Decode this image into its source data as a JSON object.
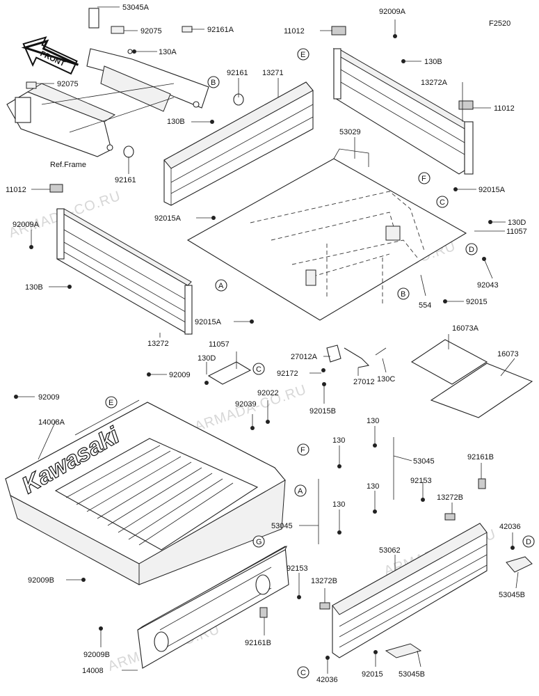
{
  "diagram_code": "F2520",
  "front_label": "FRONT",
  "ref_frame_label": "Ref.Frame",
  "brand_text": "Kawasaki",
  "watermark": "ARMADA-CO.RU",
  "parts": {
    "p53045A": "53045A",
    "p92075a": "92075",
    "p92161A": "92161A",
    "p130A": "130A",
    "p92075b": "92075",
    "p92161a": "92161",
    "p92161b": "92161",
    "p13271": "13271",
    "p130Ba": "130B",
    "p92009A_a": "92009A",
    "p11012a": "11012",
    "p130Bb": "130B",
    "p13272A": "13272A",
    "p11012b": "11012",
    "p53029": "53029",
    "p11012c": "11012",
    "p92009A_b": "92009A",
    "p92015A_a": "92015A",
    "p92015A_b": "92015A",
    "p130Bc": "130B",
    "p13272": "13272",
    "p92015A_c": "92015A",
    "p130Da": "130D",
    "p11057a": "11057",
    "p92043": "92043",
    "p554": "554",
    "p92015a": "92015",
    "p16073A": "16073A",
    "p16073": "16073",
    "p11057b": "11057",
    "p130Db": "130D",
    "p27012A": "27012A",
    "p92172": "92172",
    "p27012": "27012",
    "p130C": "130C",
    "p92015B": "92015B",
    "p92009a": "92009",
    "p92009b": "92009",
    "p14008A": "14008A",
    "p92039": "92039",
    "p92022": "92022",
    "p130a": "130",
    "p130b": "130",
    "p53045a": "53045",
    "p92161Bb": "92161B",
    "p130c": "130",
    "p92153a": "92153",
    "p13272Ba": "13272B",
    "p130d": "130",
    "p53045b": "53045",
    "p42036a": "42036",
    "p53062": "53062",
    "p53045Ba": "53045B",
    "p92009B_a": "92009B",
    "p92153b": "92153",
    "p13272Bb": "13272B",
    "p92161Ba": "92161B",
    "p92009B_b": "92009B",
    "p14008": "14008",
    "p42036b": "42036",
    "p92015b": "92015",
    "p53045Bb": "53045B"
  },
  "refs": {
    "E1": "E",
    "B1": "B",
    "A1": "A",
    "F1": "F",
    "C1": "C",
    "D1": "D",
    "B2": "B",
    "C2": "C",
    "E2": "E",
    "F2": "F",
    "A2": "A",
    "G1": "G",
    "D2": "D",
    "C3": "C"
  }
}
